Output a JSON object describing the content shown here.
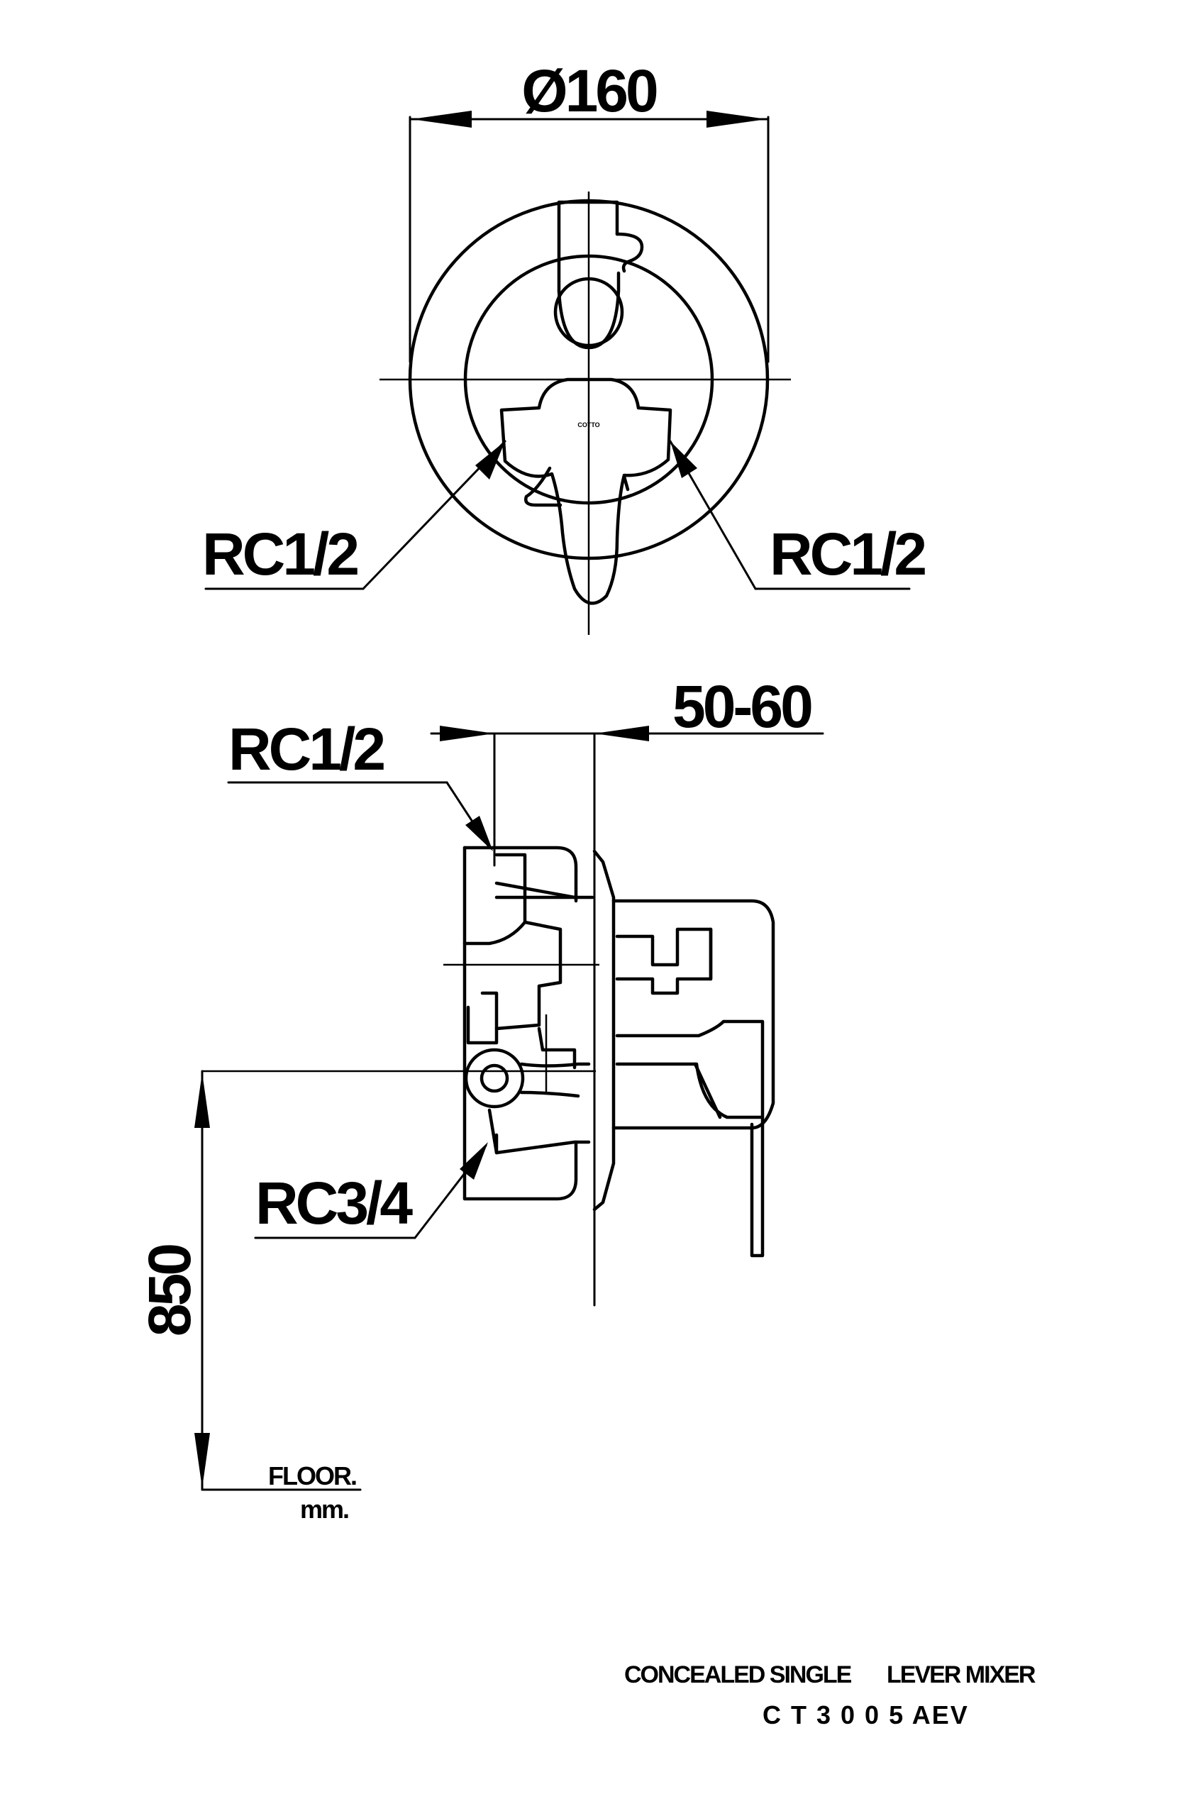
{
  "dimensions": {
    "diameter": "Ø160",
    "depth_range": "50-60",
    "height": "850"
  },
  "labels": {
    "front_left_inlet": "RC1/2",
    "front_right_inlet": "RC1/2",
    "side_inlet": "RC1/2",
    "side_outlet": "RC3/4",
    "floor": "FLOOR.",
    "unit": "mm."
  },
  "logo_text": "COTTO",
  "title": {
    "product_name_part1": "CONCEALED SINGLE",
    "product_name_part2": "LEVER MIXER",
    "model": "C T 3 0 0 5 AEV"
  }
}
